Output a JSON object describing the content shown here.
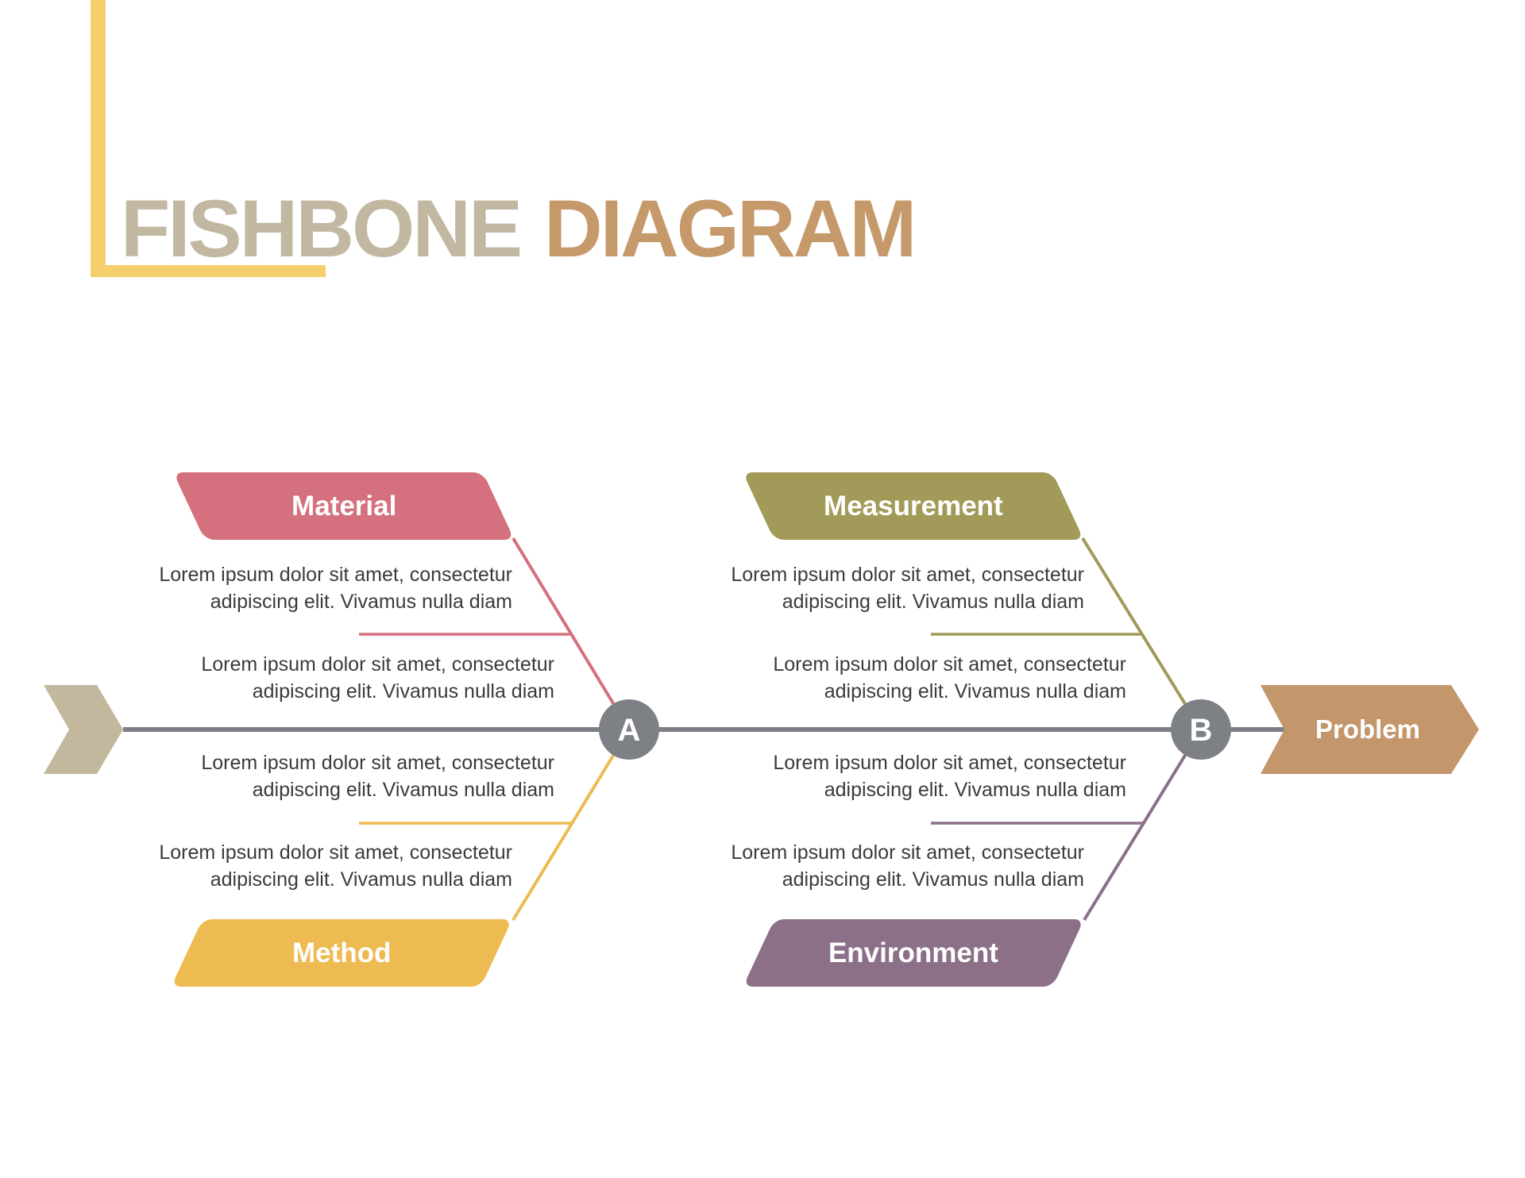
{
  "title": {
    "word1": "FISHBONE",
    "word2": "DIAGRAM",
    "word1_color": "#c2b8a2",
    "word2_color": "#c6996b",
    "accent_bracket_color": "#f6cf6d"
  },
  "diagram": {
    "spine_color": "#7d8084",
    "node_color": "#7d8084",
    "tail_color": "#c3b79e",
    "text_color": "#3b3b3b",
    "nodes": [
      {
        "label": "A"
      },
      {
        "label": "B"
      }
    ],
    "problem": {
      "label": "Problem",
      "color": "#c3976b"
    },
    "categories": [
      {
        "label": "Material",
        "color": "#d5707f",
        "position": "top-left"
      },
      {
        "label": "Measurement",
        "color": "#a29a58",
        "position": "top-right"
      },
      {
        "label": "Method",
        "color": "#eeba52",
        "position": "bottom-left"
      },
      {
        "label": "Environment",
        "color": "#8c7088",
        "position": "bottom-right"
      }
    ],
    "notes": [
      {
        "line1": "Lorem ipsum dolor sit amet, consectetur",
        "line2": "adipiscing elit. Vivamus nulla diam"
      },
      {
        "line1": "Lorem ipsum dolor sit amet, consectetur",
        "line2": "adipiscing elit. Vivamus nulla diam"
      },
      {
        "line1": "Lorem ipsum dolor sit amet, consectetur",
        "line2": "adipiscing elit. Vivamus nulla diam"
      },
      {
        "line1": "Lorem ipsum dolor sit amet, consectetur",
        "line2": "adipiscing elit. Vivamus nulla diam"
      },
      {
        "line1": "Lorem ipsum dolor sit amet, consectetur",
        "line2": "adipiscing elit. Vivamus nulla diam"
      },
      {
        "line1": "Lorem ipsum dolor sit amet, consectetur",
        "line2": "adipiscing elit. Vivamus nulla diam"
      },
      {
        "line1": "Lorem ipsum dolor sit amet, consectetur",
        "line2": "adipiscing elit. Vivamus nulla diam"
      },
      {
        "line1": "Lorem ipsum dolor sit amet, consectetur",
        "line2": "adipiscing elit. Vivamus nulla diam"
      }
    ]
  }
}
